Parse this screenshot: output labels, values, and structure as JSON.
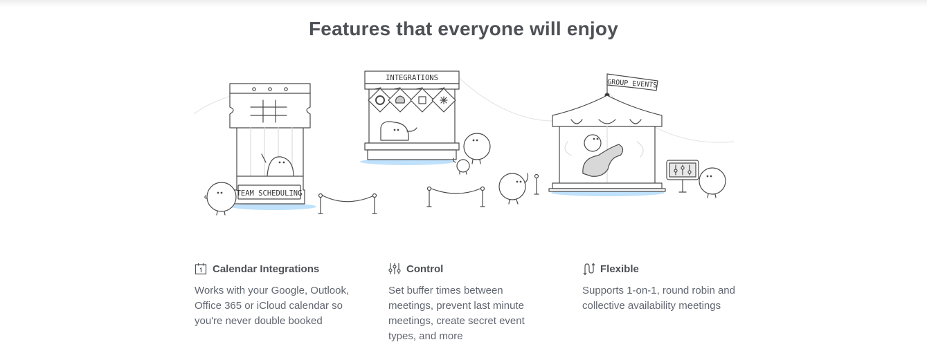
{
  "section": {
    "title": "Features that everyone will enjoy"
  },
  "illustration": {
    "booth1_sign": "TEAM SCHEDULING",
    "booth2_sign": "INTEGRATIONS",
    "booth3_flag": "GROUP EVENTS"
  },
  "features": [
    {
      "icon": "calendar-icon",
      "name": "Calendar Integrations",
      "description": "Works with your Google, Outlook, Office 365 or iCloud calendar so you're never double booked"
    },
    {
      "icon": "sliders-icon",
      "name": "Control",
      "description": "Set buffer times between meetings, prevent last minute meetings, create secret event types, and more"
    },
    {
      "icon": "flexible-arrows-icon",
      "name": "Flexible",
      "description": "Supports 1-on-1, round robin and collective availability meetings"
    }
  ]
}
